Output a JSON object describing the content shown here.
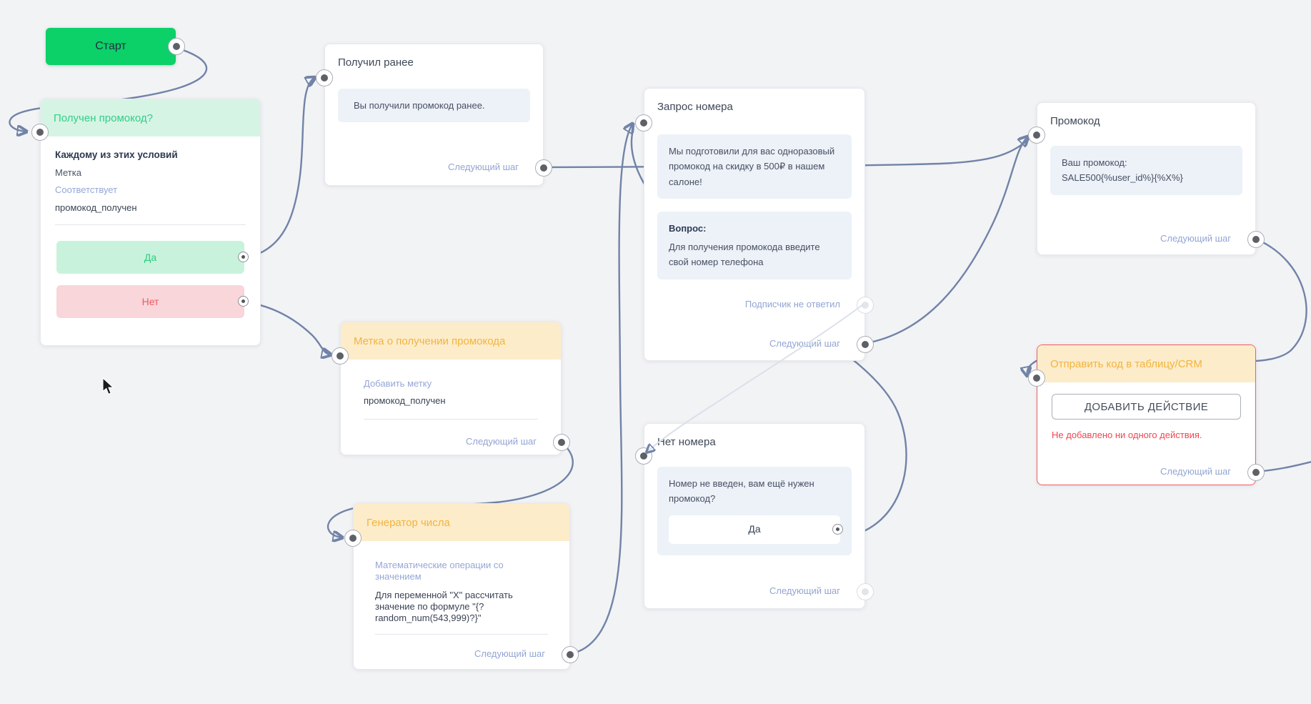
{
  "colors": {
    "canvas_bg": "#f2f3f5",
    "edge": "#7183a7",
    "edge_light": "#dbe0ea",
    "start_green": "#0cd168",
    "green_header_bg": "#d6f4e4",
    "green_text": "#30cf87",
    "yellow_header_bg": "#fcecca",
    "yellow_text": "#f2b43e",
    "red_border": "#f25c5c",
    "red_text": "#f4454e",
    "message_bg": "#edf1f8",
    "link_blue": "#92a5d3"
  },
  "nodes": {
    "start": {
      "title": "Старт"
    },
    "condition": {
      "title": "Получен промокод?",
      "rule_header": "Каждому из этих условий",
      "field": "Метка",
      "operator": "Соответствует",
      "value": "промокод_получен",
      "yes_label": "Да",
      "no_label": "Нет"
    },
    "received_before": {
      "title": "Получил ранее",
      "message": "Вы получили промокод ранее.",
      "next_label": "Следующий шаг"
    },
    "request_number": {
      "title": "Запрос номера",
      "message": "Мы подготовили для вас одноразовый промокод на скидку в 500₽ в нашем салоне!",
      "question_label": "Вопрос:",
      "question": "Для получения промокода введите свой номер телефона",
      "no_reply_label": "Подписчик не ответил",
      "next_label": "Следующий шаг"
    },
    "promocode": {
      "title": "Промокод",
      "message_line1": "Ваш промокод:",
      "message_line2": "SALE500{%user_id%}{%X%}",
      "next_label": "Следующий шаг"
    },
    "tag": {
      "title": "Метка о получении промокода",
      "action_label": "Добавить метку",
      "action_value": "промокод_получен",
      "next_label": "Следующий шаг"
    },
    "generator": {
      "title": "Генератор числа",
      "action_label": "Математические операции со значением",
      "action_value": "Для переменной \"X\" рассчитать значение по формуле \"{?random_num(543,999)?}\"",
      "next_label": "Следующий шаг"
    },
    "no_number": {
      "title": "Нет номера",
      "message": "Номер не введен, вам ещё нужен промокод?",
      "button_label": "Да",
      "next_label": "Следующий шаг"
    },
    "crm": {
      "title": "Отправить код в таблицу/CRM",
      "add_action_button": "ДОБАВИТЬ ДЕЙСТВИЕ",
      "warning": "Не добавлено ни одного действия.",
      "next_label": "Следующий шаг"
    }
  }
}
